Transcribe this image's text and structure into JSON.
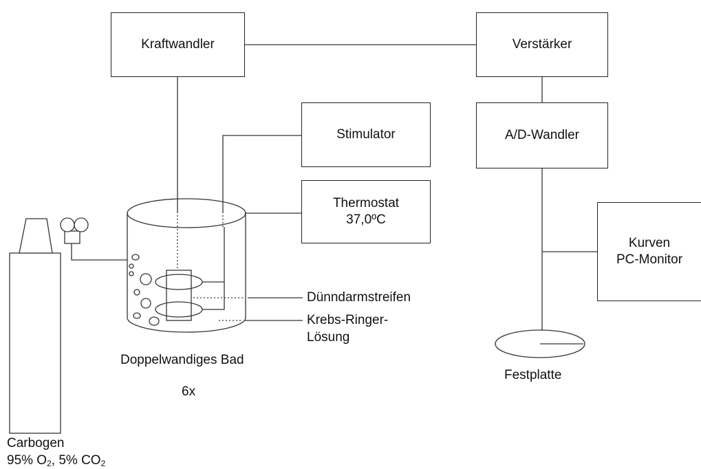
{
  "boxes": {
    "kraftwandler": "Kraftwandler",
    "verstaerker": "Verstärker",
    "stimulator": "Stimulator",
    "ad_wandler": "A/D-Wandler",
    "thermostat_line1": "Thermostat",
    "thermostat_line2": "37,0ºC",
    "monitor_line1": "Kurven",
    "monitor_line2": "PC-Monitor"
  },
  "labels": {
    "duenndarm": "Dünndarmstreifen",
    "krebs_line1": "Krebs-Ringer-",
    "krebs_line2": "Lösung",
    "bath": "Doppelwandiges Bad",
    "count": "6x",
    "festplatte": "Festplatte",
    "carbogen_line1": "Carbogen",
    "carbogen_o2_pct": "95% O",
    "carbogen_o2_sub": "2",
    "carbogen_sep": ", 5% CO",
    "carbogen_co2_sub": "2"
  }
}
